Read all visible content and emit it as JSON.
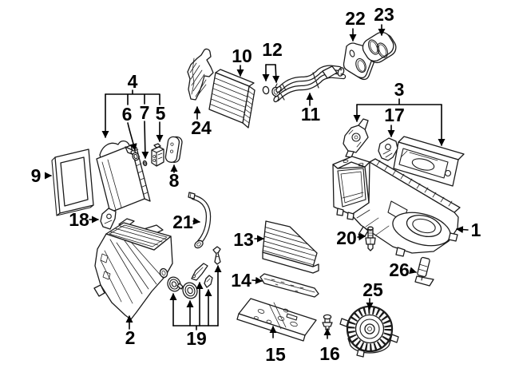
{
  "diagram": {
    "kind": "exploded-parts-diagram",
    "colors": {
      "background": "#ffffff",
      "line": "#1a1a1a",
      "label": "#000000"
    },
    "callouts": [
      {
        "label": "1",
        "part": "main-hvac-housing"
      },
      {
        "label": "2",
        "part": "lower-housing-half"
      },
      {
        "label": "3",
        "part": "actuator-and-cover-group"
      },
      {
        "label": "4",
        "part": "evaporator-core-group"
      },
      {
        "label": "5",
        "part": "expansion-valve"
      },
      {
        "label": "6",
        "part": "o-ring-large"
      },
      {
        "label": "7",
        "part": "o-ring-small"
      },
      {
        "label": "8",
        "part": "valve-cover-plate"
      },
      {
        "label": "9",
        "part": "seal-frame"
      },
      {
        "label": "10",
        "part": "heater-core"
      },
      {
        "label": "11",
        "part": "heater-pipes"
      },
      {
        "label": "12",
        "part": "pipe-o-rings"
      },
      {
        "label": "13",
        "part": "cabin-air-filter"
      },
      {
        "label": "14",
        "part": "filter-cover-strip"
      },
      {
        "label": "15",
        "part": "mounting-bracket-plate"
      },
      {
        "label": "16",
        "part": "push-clip"
      },
      {
        "label": "17",
        "part": "small-bracket"
      },
      {
        "label": "18",
        "part": "mounting-bracket"
      },
      {
        "label": "19",
        "part": "grommets-and-levers-set"
      },
      {
        "label": "20",
        "part": "mounting-bolt"
      },
      {
        "label": "21",
        "part": "drain-tube"
      },
      {
        "label": "22",
        "part": "pipe-gasket"
      },
      {
        "label": "23",
        "part": "pipe-seal"
      },
      {
        "label": "24",
        "part": "side-bracket"
      },
      {
        "label": "25",
        "part": "blower-motor"
      },
      {
        "label": "26",
        "part": "sensor-clip"
      }
    ]
  }
}
